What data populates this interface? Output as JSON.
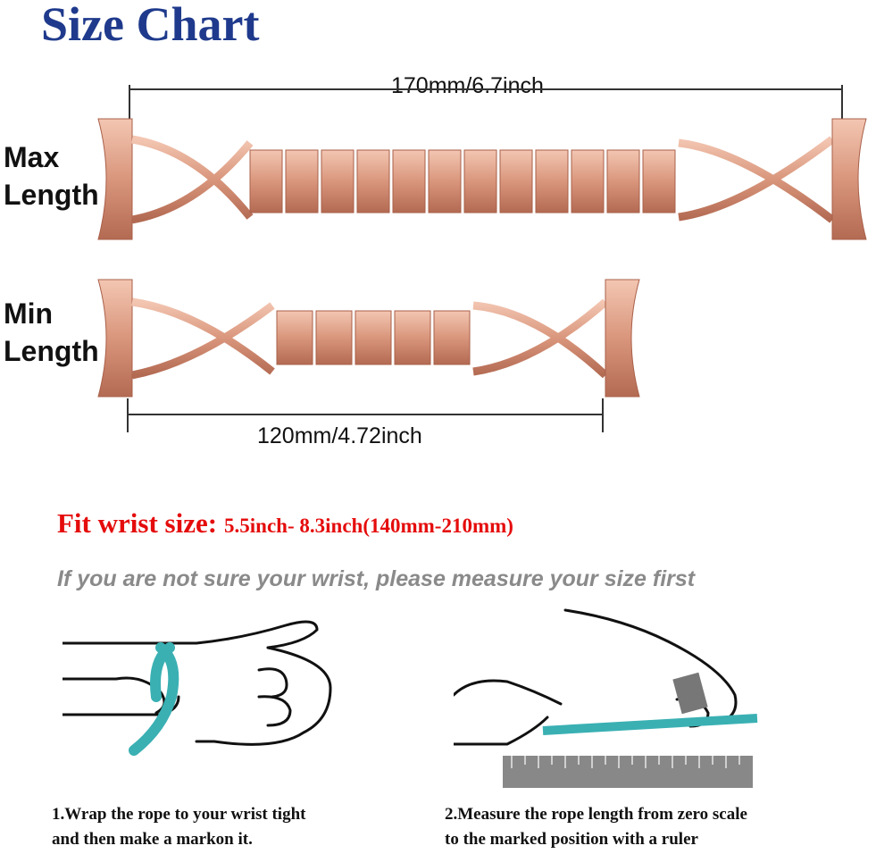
{
  "title": "Size Chart",
  "max": {
    "label_line1": "Max",
    "label_line2": "Length",
    "measurement": "170mm/6.7inch"
  },
  "min": {
    "label_line1": "Min",
    "label_line2": "Length",
    "measurement": "120mm/4.72inch"
  },
  "fit": {
    "label": "Fit wrist size:",
    "value": "5.5inch- 8.3inch(140mm-210mm)"
  },
  "note": "If you are not sure your wrist, please measure your size first",
  "steps": [
    {
      "line1": "1.Wrap the rope to your wrist tight",
      "line2": "and then make a markon it."
    },
    {
      "line1": "2.Measure the rope length from zero scale",
      "line2": "to the marked position with a ruler"
    }
  ],
  "colors": {
    "title": "#1f3a8c",
    "fit": "#e50c0c",
    "note": "#8a8a8a",
    "band": "#d9967c",
    "rope": "#3ab0b3"
  }
}
